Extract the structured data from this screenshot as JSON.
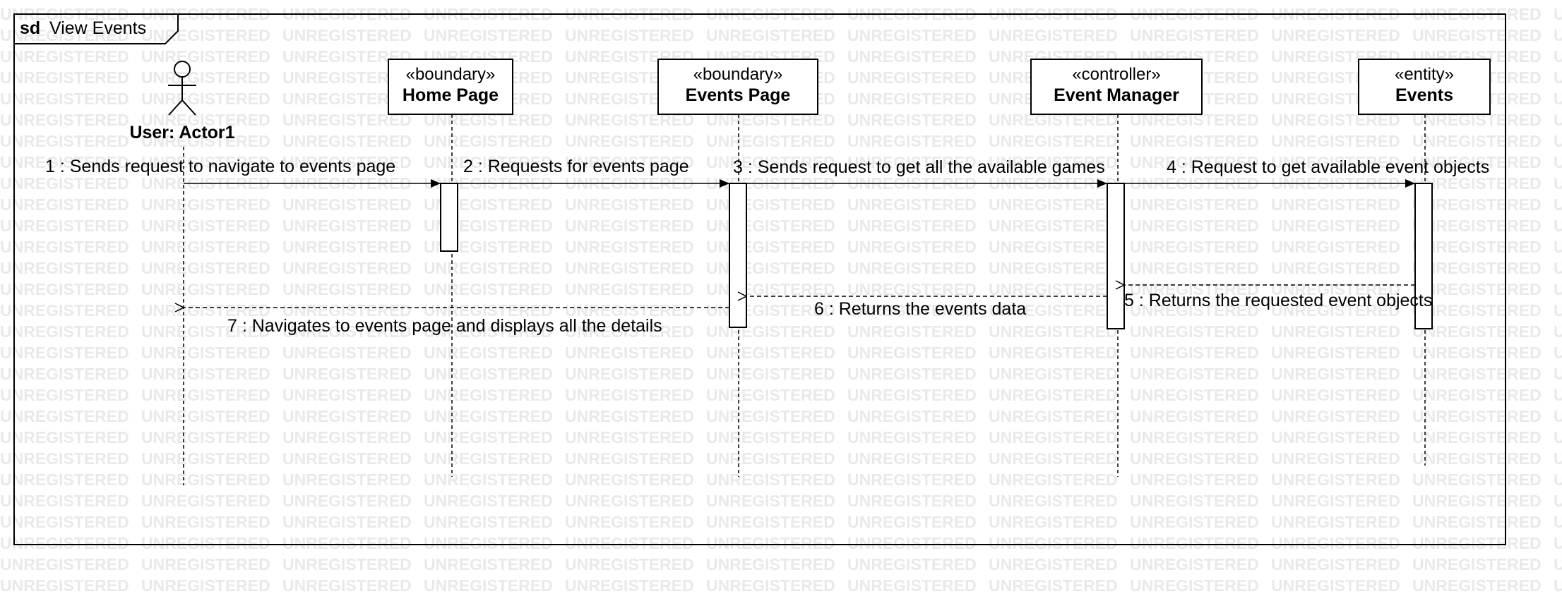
{
  "watermark_text": "UNREGISTERED",
  "frame": {
    "keyword": "sd",
    "name": "View Events"
  },
  "actor": {
    "label": "User: Actor1"
  },
  "lifelines": [
    {
      "id": "home",
      "stereotype": "«boundary»",
      "name": "Home Page"
    },
    {
      "id": "eventspage",
      "stereotype": "«boundary»",
      "name": "Events Page"
    },
    {
      "id": "manager",
      "stereotype": "«controller»",
      "name": "Event Manager"
    },
    {
      "id": "entity",
      "stereotype": "«entity»",
      "name": "Events"
    }
  ],
  "messages": [
    {
      "number": 1,
      "text": "1 : Sends request to navigate to events page",
      "kind": "sync"
    },
    {
      "number": 2,
      "text": "2 : Requests for events page",
      "kind": "sync"
    },
    {
      "number": 3,
      "text": "3 : Sends request to get all the available games",
      "kind": "sync"
    },
    {
      "number": 4,
      "text": "4 : Request to get available event objects",
      "kind": "sync"
    },
    {
      "number": 5,
      "text": "5 : Returns the requested event objects",
      "kind": "reply"
    },
    {
      "number": 6,
      "text": "6 : Returns the events data",
      "kind": "reply"
    },
    {
      "number": 7,
      "text": "7 : Navigates to events page and displays all the details",
      "kind": "reply"
    }
  ]
}
